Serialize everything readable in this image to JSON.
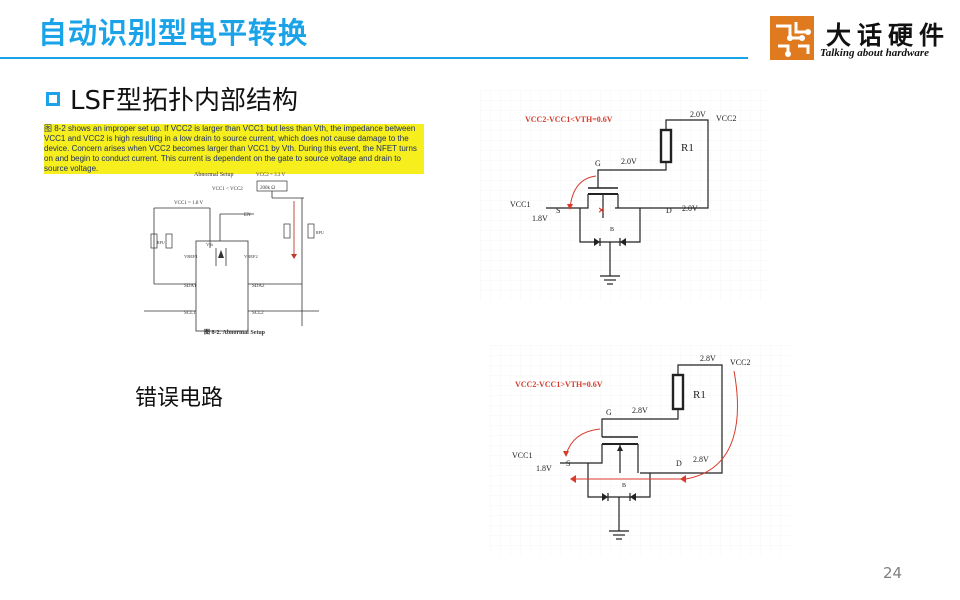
{
  "slide": {
    "title": "自动识别型电平转换",
    "section": "LSF型拓扑内部结构",
    "error_label": "错误电路",
    "page_number": "24",
    "accent_color": "#1aa3e8"
  },
  "logo": {
    "cn": "大话硬件",
    "en": "Talking about hardware",
    "icon": "circuit-logo-icon",
    "color": "#e07a1f"
  },
  "doc_excerpt": {
    "paragraph": "图 8-2 shows an improper set up. If VCC2 is larger than VCC1 but less than Vth, the impedance between VCC1 and VCC2 is high resulting in a low drain to source current, which does not cause damage to the device. Concern arises when VCC2 becomes larger than VCC1 by Vth. During this event, the NFET turns on and begin to conduct current. This current is dependent on the gate to source voltage and drain to source voltage.",
    "setup_title": "Abnormal Setup",
    "vcc1_label": "VCC1 = 1.8 V",
    "vcc2_label": "VCC2 = 3.3 V",
    "compare_label": "VCC1 < VCC2",
    "resistor_label": "200k Ω",
    "en_label": "EN",
    "vref1": "VREF1",
    "vref2": "VREF2",
    "vth": "Vth",
    "sda1": "SDA1",
    "sda2": "SDA2",
    "scl1": "SCL1",
    "scl2": "SCL2",
    "rpu": "RPU",
    "caption": "图 8-2. Abnormal Setup"
  },
  "circuit_top": {
    "condition": "VCC2-VCC1<VTH=0.6V",
    "vcc2": "VCC2",
    "vcc1": "VCC1",
    "v_top": "2.0V",
    "v_gate": "2.0V",
    "v_drain": "2.0V",
    "v_source": "1.8V",
    "r": "R1",
    "g": "G",
    "s": "S",
    "d": "D",
    "b": "B"
  },
  "circuit_bottom": {
    "condition": "VCC2-VCC1>VTH=0.6V",
    "vcc2": "VCC2",
    "vcc1": "VCC1",
    "v_top": "2.8V",
    "v_gate": "2.8V",
    "v_drain": "2.8V",
    "v_source": "1.8V",
    "r": "R1",
    "g": "G",
    "s": "S",
    "d": "D",
    "b": "B"
  }
}
